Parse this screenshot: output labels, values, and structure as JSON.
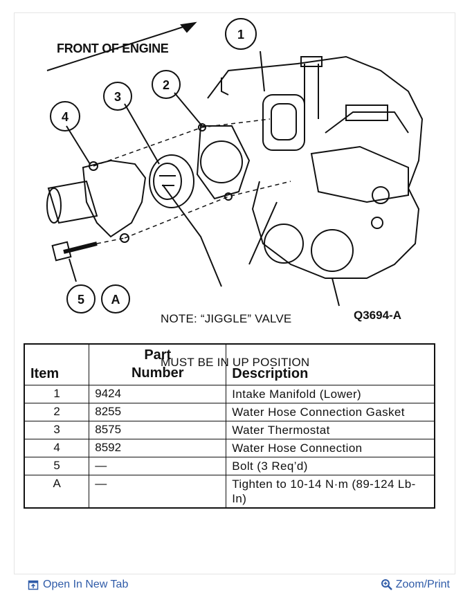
{
  "diagram": {
    "front_label": "FRONT OF ENGINE",
    "callouts": [
      "1",
      "2",
      "3",
      "4",
      "5",
      "A"
    ],
    "note_line1": "NOTE: “JIGGLE” VALVE",
    "note_line2": "MUST BE IN UP POSITION",
    "figure_code": "Q3694-A"
  },
  "table": {
    "headers": {
      "item": "Item",
      "part_line1": "Part",
      "part_line2": "Number",
      "description": "Description"
    },
    "rows": [
      {
        "item": "1",
        "part": "9424",
        "desc": "Intake Manifold (Lower)"
      },
      {
        "item": "2",
        "part": "8255",
        "desc": "Water Hose Connection Gasket"
      },
      {
        "item": "3",
        "part": "8575",
        "desc": "Water Thermostat"
      },
      {
        "item": "4",
        "part": "8592",
        "desc": "Water Hose Connection"
      },
      {
        "item": "5",
        "part": "—",
        "desc": "Bolt (3 Req’d)"
      },
      {
        "item": "A",
        "part": "—",
        "desc": "Tighten to 10-14 N·m (89-124 Lb-In)"
      }
    ]
  },
  "footer": {
    "open_tab": "Open In New Tab",
    "zoom": "Zoom/Print"
  },
  "colors": {
    "link": "#2f5ba8"
  },
  "icons": {
    "open_tab": "open-new-tab-icon",
    "zoom": "magnifier-icon"
  }
}
